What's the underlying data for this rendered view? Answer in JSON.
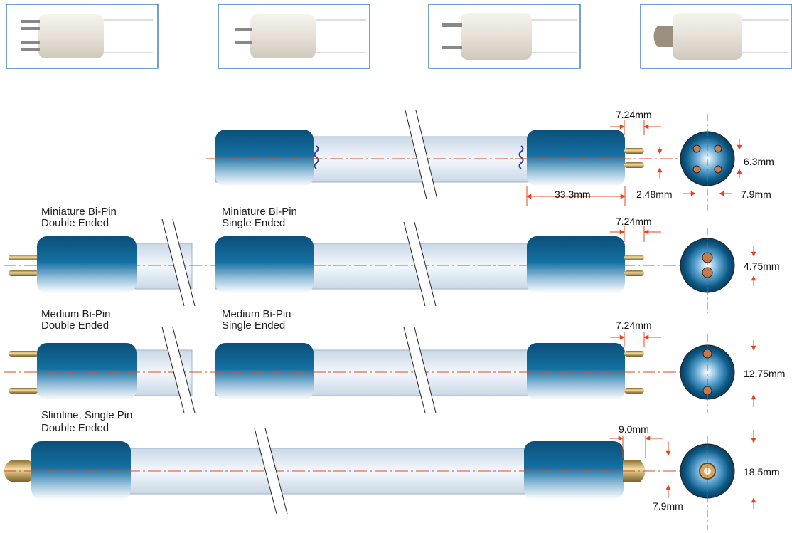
{
  "colors": {
    "cap_dark": "#0d5a86",
    "cap_light": "#ffffff",
    "glass": "#dde7f2",
    "centerline": "#e8431e",
    "dimension": "#e8431e",
    "filament": "#2b3ea8",
    "photo_border": "#2a6cc4",
    "pin": "#c89a4a"
  },
  "photos": [
    {
      "name": "4-pin base",
      "icon": "four-pin-base-photo"
    },
    {
      "name": "2-pin base",
      "icon": "two-pin-base-photo"
    },
    {
      "name": "2-pin base",
      "icon": "two-pin-base-wide-photo"
    },
    {
      "name": "single pin base",
      "icon": "single-pin-base-photo"
    }
  ],
  "rows": [
    {
      "labels": [],
      "dimensions": [
        "7.24mm",
        "6.3mm",
        "2.48mm",
        "7.9mm",
        "33.3mm"
      ]
    },
    {
      "labels": [
        {
          "line1": "Miniature Bi-Pin",
          "line2": "Double Ended"
        },
        {
          "line1": "Miniature Bi-Pin",
          "line2": "Single Ended"
        }
      ],
      "dimensions": [
        "7.24mm",
        "4.75mm"
      ]
    },
    {
      "labels": [
        {
          "line1": "Medium Bi-Pin",
          "line2": "Double Ended"
        },
        {
          "line1": "Medium Bi-Pin",
          "line2": "Single Ended"
        }
      ],
      "dimensions": [
        "7.24mm",
        "12.75mm"
      ]
    },
    {
      "labels": [
        {
          "line1": "Slimline, Single Pin",
          "line2": "Double Ended"
        }
      ],
      "dimensions": [
        "9.0mm",
        "18.5mm",
        "7.9mm"
      ]
    }
  ]
}
